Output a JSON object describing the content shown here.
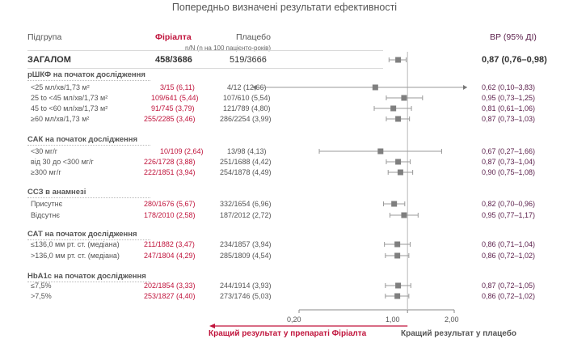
{
  "title": "Попередньо визначені  результати ефективності",
  "header": {
    "subgroup": "Підгрупа",
    "drug": "Фіріалта",
    "placebo": "Плацебо",
    "units": "n/N (n на 100 пацієнто-років)",
    "hr": "ВР (95% ДІ)"
  },
  "overall": {
    "label": "ЗАГАЛОМ",
    "drug": "458/3686",
    "placebo": "519/3666",
    "ci": "0,87 (0,76–0,98)"
  },
  "groups": [
    {
      "label": "рШКФ на початок дослідження",
      "rows": [
        {
          "label": "<25 мл/хв/1,73 м²",
          "drug": "3/15 (6,11)",
          "placebo": "4/12 (12,66)",
          "ci": "0,62 (0,10–3,83)"
        },
        {
          "label": "25 to <45 мл/хв/1,73 м²",
          "drug": "109/641 (5,44)",
          "placebo": "107/610 (5,54)",
          "ci": "0,95 (0,73–1,25)"
        },
        {
          "label": "45 to <60 мл/хв/1,73 м²",
          "drug": "91/745 (3,79)",
          "placebo": "121/789 (4,80)",
          "ci": "0,81 (0,61–1,06)"
        },
        {
          "label": "≥60 мл/хв/1,73 м²",
          "drug": "255/2285 (3,46)",
          "placebo": "286/2254 (3,99)",
          "ci": "0,87 (0,73–1,03)"
        }
      ]
    },
    {
      "label": "САК на початок дослідження",
      "rows": [
        {
          "label": "<30 мг/г",
          "drug": "10/109 (2,64)",
          "placebo": "13/98 (4,13)",
          "ci": "0,67 (0,27–1,66)"
        },
        {
          "label": "від 30 до <300 мг/г",
          "drug": "226/1728 (3,88)",
          "placebo": "251/1688 (4,42)",
          "ci": "0,87 (0,73–1,04)"
        },
        {
          "label": "≥300 мг/г",
          "drug": "222/1851 (3,94)",
          "placebo": "254/1878 (4,49)",
          "ci": "0,90 (0,75–1,08)"
        }
      ]
    },
    {
      "label": "ССЗ в анамнезі",
      "rows": [
        {
          "label": "Присутнє",
          "drug": "280/1676 (5,67)",
          "placebo": "332/1654 (6,96)",
          "ci": "0,82 (0,70–0,96)"
        },
        {
          "label": "Відсутнє",
          "drug": "178/2010 (2,58)",
          "placebo": "187/2012 (2,72)",
          "ci": "0,95 (0,77–1,17)"
        }
      ]
    },
    {
      "label": "САТ на початок дослідження",
      "rows": [
        {
          "label": "≤136,0 мм рт. ст. (медіана)",
          "drug": "211/1882 (3,47)",
          "placebo": "234/1857 (3,94)",
          "ci": "0,86 (0,71–1,04)"
        },
        {
          "label": ">136,0 мм рт. ст. (медіана)",
          "drug": "247/1804 (4,29)",
          "placebo": "285/1809 (4,54)",
          "ci": "0,86 (0,72–1,02)"
        }
      ]
    },
    {
      "label": "HbA1c на початок дослідження",
      "rows": [
        {
          "label": "≤7,5%",
          "drug": "202/1854 (3,33)",
          "placebo": "244/1914 (3,93)",
          "ci": "0,87 (0,72–1,05)"
        },
        {
          "label": ">7,5%",
          "drug": "253/1827 (4,40)",
          "placebo": "273/1746 (5,03)",
          "ci": "0,86 (0,72–1,02)"
        }
      ]
    }
  ],
  "axis": {
    "ticks": [
      "0,20",
      "1,00",
      "2,00"
    ]
  },
  "footer": {
    "favors_drug": "Кращий результат у препараті Фіріалта",
    "favors_placebo": "Кращий результат у плацебо"
  },
  "colors": {
    "drug": "#c0143c",
    "ci_text": "#5a1e4a",
    "marker": "#7f7f7f",
    "line": "#999999"
  },
  "chart_data": {
    "type": "forest",
    "x_scale": "log",
    "xlim": [
      0.2,
      2.0
    ],
    "reference_value": 1.0,
    "xticks": [
      0.2,
      1.0,
      2.0
    ],
    "overall": {
      "hr": 0.87,
      "lo": 0.76,
      "hi": 0.98
    },
    "points": [
      {
        "hr": 0.62,
        "lo": 0.1,
        "hi": 3.83
      },
      {
        "hr": 0.95,
        "lo": 0.73,
        "hi": 1.25
      },
      {
        "hr": 0.81,
        "lo": 0.61,
        "hi": 1.06
      },
      {
        "hr": 0.87,
        "lo": 0.73,
        "hi": 1.03
      },
      {
        "hr": 0.67,
        "lo": 0.27,
        "hi": 1.66
      },
      {
        "hr": 0.87,
        "lo": 0.73,
        "hi": 1.04
      },
      {
        "hr": 0.9,
        "lo": 0.75,
        "hi": 1.08
      },
      {
        "hr": 0.82,
        "lo": 0.7,
        "hi": 0.96
      },
      {
        "hr": 0.95,
        "lo": 0.77,
        "hi": 1.17
      },
      {
        "hr": 0.86,
        "lo": 0.71,
        "hi": 1.04
      },
      {
        "hr": 0.86,
        "lo": 0.72,
        "hi": 1.02
      },
      {
        "hr": 0.87,
        "lo": 0.72,
        "hi": 1.05
      },
      {
        "hr": 0.86,
        "lo": 0.72,
        "hi": 1.02
      }
    ]
  }
}
